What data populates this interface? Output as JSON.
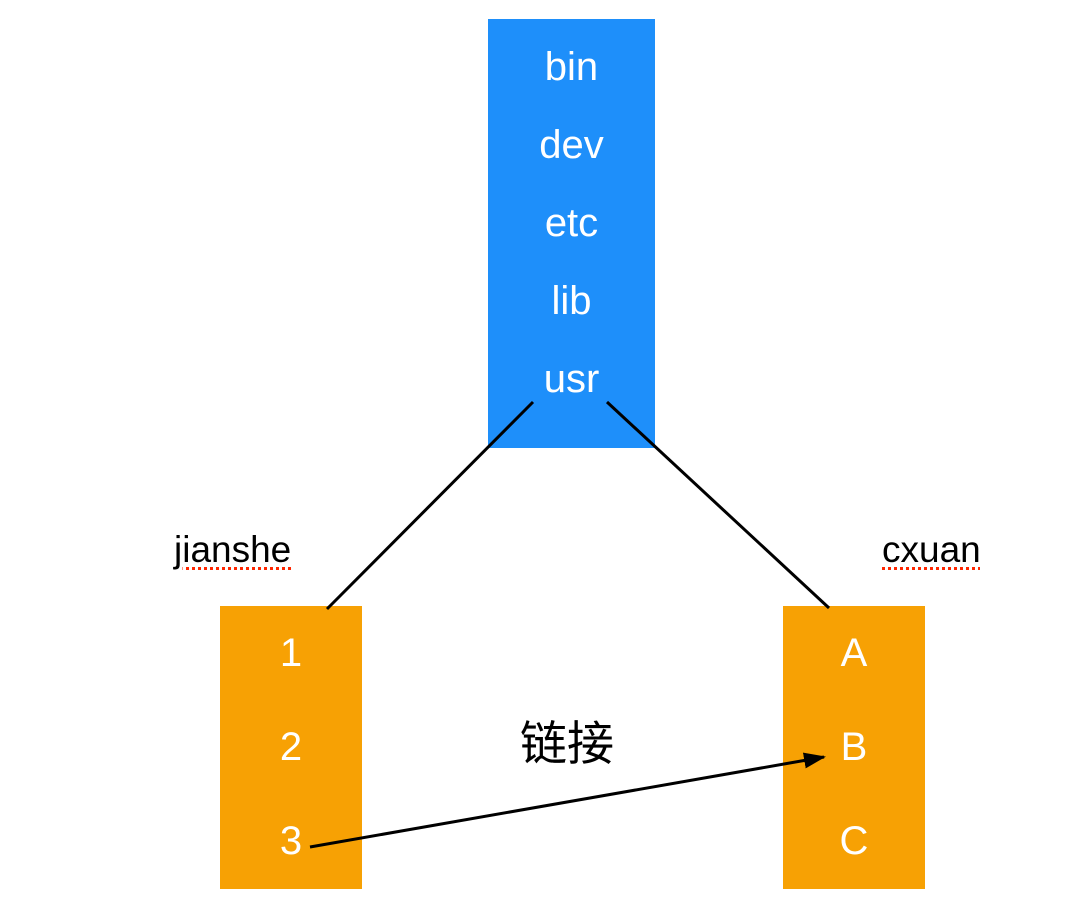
{
  "diagram": {
    "description_colors": {
      "root_box_fill": "#1E8FFA",
      "user_box_fill": "#F7A104",
      "box_text": "#FFFFFF",
      "label_text": "#000000",
      "label_underline": "#FF2600",
      "line_color": "#000000"
    },
    "root_box": {
      "entries": [
        "bin",
        "dev",
        "etc",
        "lib",
        "usr"
      ]
    },
    "left_box": {
      "label": "jianshe",
      "entries": [
        "1",
        "2",
        "3"
      ]
    },
    "right_box": {
      "label": "cxuan",
      "entries": [
        "A",
        "B",
        "C"
      ]
    },
    "link_arrow_label": "链接"
  }
}
